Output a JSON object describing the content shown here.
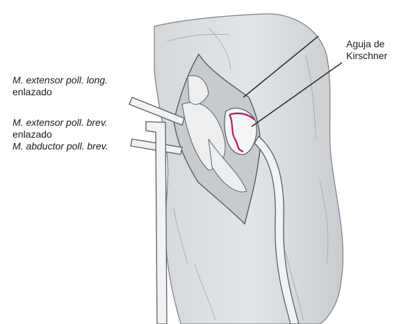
{
  "labels": {
    "kirschner_line1": "Aguja de",
    "kirschner_line2": "Kirschner",
    "extensor_long_line1": "M. extensor poll. long.",
    "extensor_long_line2": "enlazado",
    "extensor_brev_line1": "M. extensor poll. brev.",
    "extensor_brev_line2": "enlazado",
    "abductor_line": "M. abductor poll. brev."
  },
  "colors": {
    "fracture_highlight": "#b0195e",
    "skin": "#d9dde0",
    "tissue": "#c3c8cc"
  }
}
